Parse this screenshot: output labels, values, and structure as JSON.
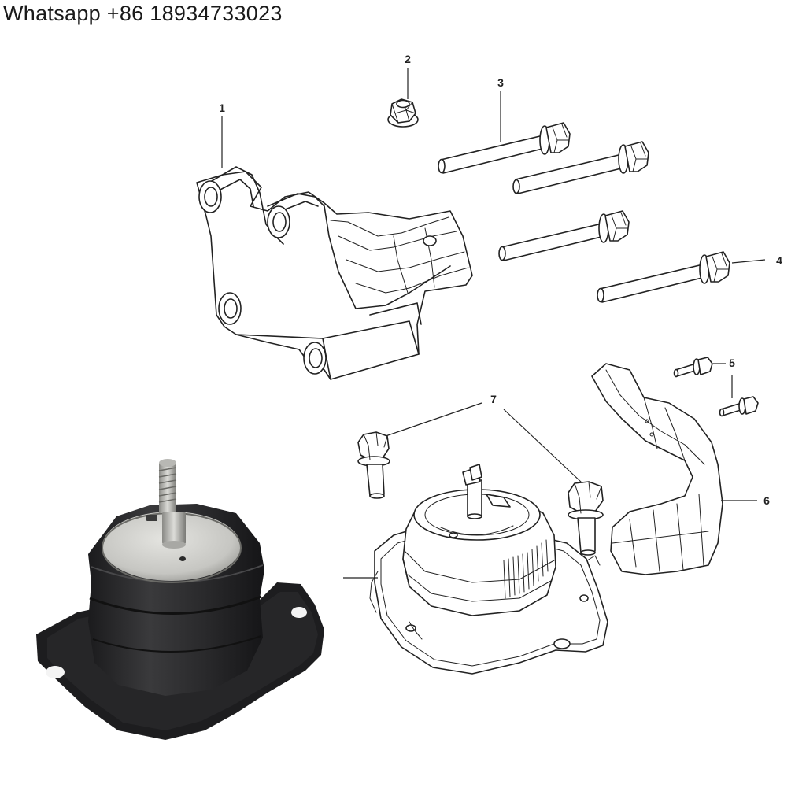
{
  "watermark": {
    "text": "Whatsapp +86 18934733023"
  },
  "callouts": [
    {
      "id": "1",
      "label": "1"
    },
    {
      "id": "2",
      "label": "2"
    },
    {
      "id": "3",
      "label": "3"
    },
    {
      "id": "4",
      "label": "4"
    },
    {
      "id": "5",
      "label": "5"
    },
    {
      "id": "6",
      "label": "6"
    },
    {
      "id": "7",
      "label": "7"
    }
  ],
  "parts": [
    {
      "callout": "1",
      "icon": "engine-bracket-icon"
    },
    {
      "callout": "2",
      "icon": "flange-nut-icon"
    },
    {
      "callout": "3",
      "icon": "long-bolt-icon"
    },
    {
      "callout": "4",
      "icon": "long-bolt-icon"
    },
    {
      "callout": "5",
      "icon": "small-bolt-icon"
    },
    {
      "callout": "6",
      "icon": "heat-shield-icon"
    },
    {
      "callout": "7",
      "icon": "mount-bolt-icon"
    },
    {
      "callout": "",
      "icon": "engine-mount-icon"
    }
  ],
  "colors": {
    "line": "#222222",
    "rubber": "#2b2b2d",
    "metal": "#c8c8c4"
  }
}
